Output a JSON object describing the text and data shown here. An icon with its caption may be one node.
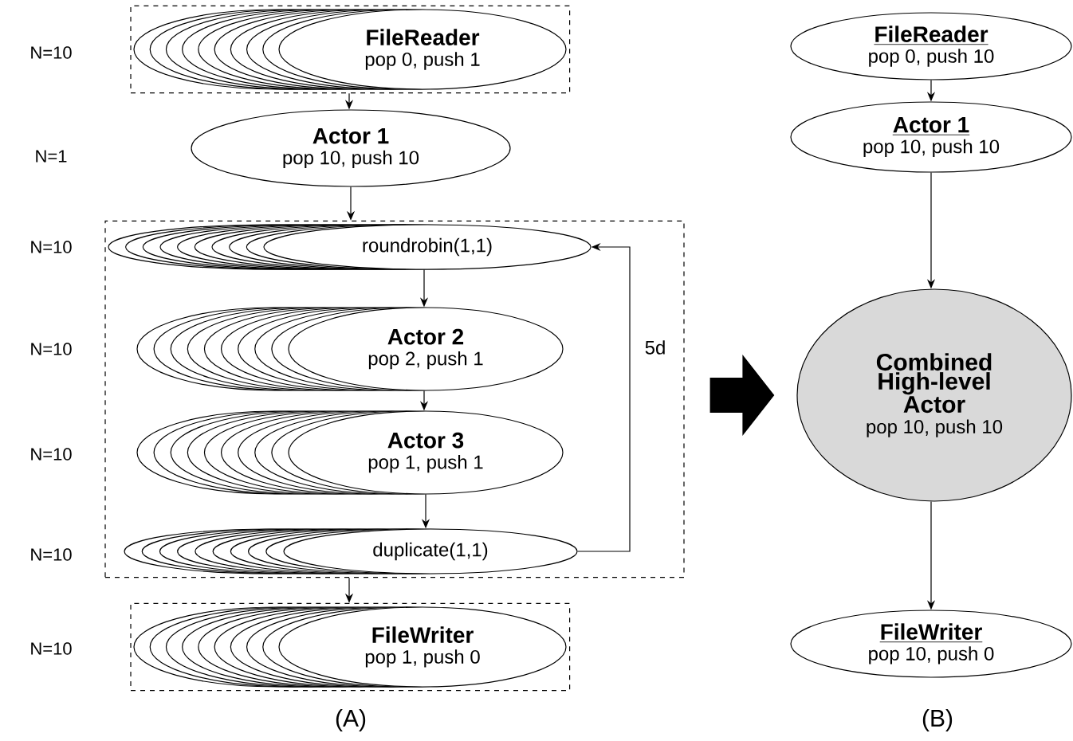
{
  "diagram": {
    "nodes": [
      {
        "text": [],
        "shape": "box"
      },
      {
        "text": [
          "FileReader",
          "pop 0, push 1"
        ],
        "in": 0
      },
      {
        "text": [
          "Actor 1",
          "pop 10, push 10"
        ]
      },
      {
        "text": [],
        "shape": "box"
      },
      {
        "text": [
          "roundrobin(1,1)"
        ],
        "in": 3
      },
      {
        "text": [
          "Actor 2",
          "pop 2, push 1"
        ],
        "in": 3
      },
      {
        "text": [
          "Actor 3",
          "pop 1, push 1"
        ],
        "in": 3
      },
      {
        "text": [
          "duplicate(1,1)"
        ],
        "in": 3
      },
      {
        "text": [],
        "shape": "box"
      },
      {
        "text": [
          "FileWriter",
          "pop 1, push 0"
        ],
        "in": 8
      },
      {
        "text": [
          "FileReader",
          "pop 0, push 10"
        ]
      },
      {
        "text": [
          "Actor 1",
          "pop 10, push 10"
        ]
      },
      {
        "text": [
          "Combined High-level Actor",
          "pop 10, push 10"
        ]
      },
      {
        "text": [
          "FileWriter",
          "pop 10, push 0"
        ]
      }
    ],
    "edges": [
      {
        "from": 0,
        "to": 2,
        "arrow": "to"
      },
      {
        "from": 2,
        "to": 3,
        "arrow": "to"
      },
      {
        "from": 4,
        "to": 5,
        "arrow": "to"
      },
      {
        "from": 5,
        "to": 6,
        "arrow": "to"
      },
      {
        "from": 6,
        "to": 7,
        "arrow": "to"
      },
      {
        "from": 7,
        "to": 4,
        "arrow": "to",
        "label": "5d"
      },
      {
        "from": 3,
        "to": 8,
        "arrow": "to"
      },
      {
        "from": 10,
        "to": 11,
        "arrow": "to"
      },
      {
        "from": 11,
        "to": 12,
        "arrow": "to"
      },
      {
        "from": 12,
        "to": 13,
        "arrow": "to"
      },
      {
        "from": 3,
        "to": 12,
        "arrow": "to",
        "style": "thick"
      }
    ],
    "labels": [
      "N=10",
      "N=1",
      "N=10",
      "N=10",
      "N=10",
      "N=10",
      "N=10",
      "(A)",
      "(B)"
    ]
  }
}
